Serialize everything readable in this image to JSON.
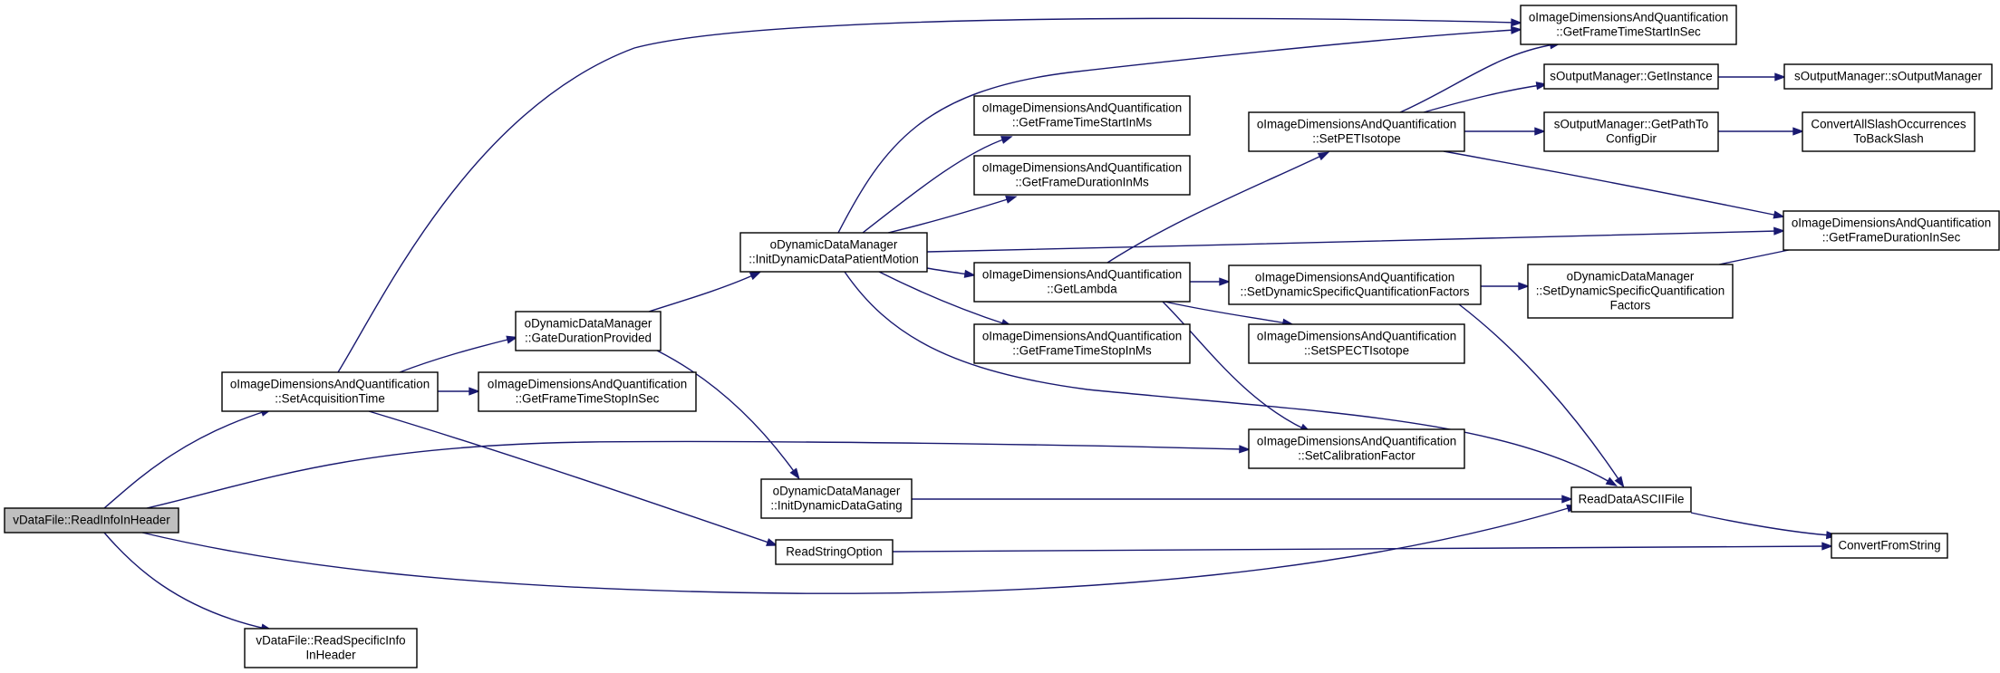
{
  "nodes": {
    "read_info_in_header": {
      "lines": [
        "vDataFile::ReadInfoInHeader"
      ],
      "highlight": true
    },
    "read_specific_info_in_header": {
      "lines": [
        "vDataFile::ReadSpecificInfo",
        "InHeader"
      ]
    },
    "set_acquisition_time": {
      "lines": [
        "oImageDimensionsAndQuantification",
        "::SetAcquisitionTime"
      ]
    },
    "gate_duration_provided": {
      "lines": [
        "oDynamicDataManager",
        "::GateDurationProvided"
      ]
    },
    "get_frame_time_stop_in_sec": {
      "lines": [
        "oImageDimensionsAndQuantification",
        "::GetFrameTimeStopInSec"
      ]
    },
    "init_dynamic_data_patient_motion": {
      "lines": [
        "oDynamicDataManager",
        "::InitDynamicDataPatientMotion"
      ]
    },
    "init_dynamic_data_gating": {
      "lines": [
        "oDynamicDataManager",
        "::InitDynamicDataGating"
      ]
    },
    "read_string_option": {
      "lines": [
        "ReadStringOption"
      ]
    },
    "get_frame_time_start_in_ms": {
      "lines": [
        "oImageDimensionsAndQuantification",
        "::GetFrameTimeStartInMs"
      ]
    },
    "get_frame_duration_in_ms": {
      "lines": [
        "oImageDimensionsAndQuantification",
        "::GetFrameDurationInMs"
      ]
    },
    "get_lambda": {
      "lines": [
        "oImageDimensionsAndQuantification",
        "::GetLambda"
      ]
    },
    "get_frame_time_stop_in_ms": {
      "lines": [
        "oImageDimensionsAndQuantification",
        "::GetFrameTimeStopInMs"
      ]
    },
    "set_pet_isotope": {
      "lines": [
        "oImageDimensionsAndQuantification",
        "::SetPETIsotope"
      ]
    },
    "set_dynamic_specific_quantification_factors": {
      "lines": [
        "oImageDimensionsAndQuantification",
        "::SetDynamicSpecificQuantificationFactors"
      ]
    },
    "set_spect_isotope": {
      "lines": [
        "oImageDimensionsAndQuantification",
        "::SetSPECTIsotope"
      ]
    },
    "set_calibration_factor": {
      "lines": [
        "oImageDimensionsAndQuantification",
        "::SetCalibrationFactor"
      ]
    },
    "get_frame_time_start_in_sec": {
      "lines": [
        "oImageDimensionsAndQuantification",
        "::GetFrameTimeStartInSec"
      ]
    },
    "get_instance": {
      "lines": [
        "sOutputManager::GetInstance"
      ]
    },
    "s_output_manager": {
      "lines": [
        "sOutputManager::sOutputManager"
      ]
    },
    "get_path_to_config_dir": {
      "lines": [
        "sOutputManager::GetPathTo",
        "ConfigDir"
      ]
    },
    "convert_all_slash_occurrences": {
      "lines": [
        "ConvertAllSlashOccurrences",
        "ToBackSlash"
      ]
    },
    "get_frame_duration_in_sec": {
      "lines": [
        "oImageDimensionsAndQuantification",
        "::GetFrameDurationInSec"
      ]
    },
    "dm_set_dynamic_specific_quantification_factors": {
      "lines": [
        "oDynamicDataManager",
        "::SetDynamicSpecificQuantification",
        "Factors"
      ]
    },
    "read_data_ascii_file": {
      "lines": [
        "ReadDataASCIIFile"
      ]
    },
    "convert_from_string": {
      "lines": [
        "ConvertFromString"
      ]
    }
  },
  "edges": [
    {
      "from": "read_info_in_header",
      "to": "set_acquisition_time"
    },
    {
      "from": "read_info_in_header",
      "to": "set_calibration_factor"
    },
    {
      "from": "read_info_in_header",
      "to": "read_data_ascii_file"
    },
    {
      "from": "read_info_in_header",
      "to": "read_specific_info_in_header"
    },
    {
      "from": "set_acquisition_time",
      "to": "get_frame_time_start_in_sec"
    },
    {
      "from": "set_acquisition_time",
      "to": "gate_duration_provided"
    },
    {
      "from": "set_acquisition_time",
      "to": "get_frame_time_stop_in_sec"
    },
    {
      "from": "set_acquisition_time",
      "to": "read_string_option"
    },
    {
      "from": "gate_duration_provided",
      "to": "init_dynamic_data_patient_motion"
    },
    {
      "from": "gate_duration_provided",
      "to": "init_dynamic_data_gating"
    },
    {
      "from": "init_dynamic_data_patient_motion",
      "to": "get_frame_time_start_in_sec"
    },
    {
      "from": "init_dynamic_data_patient_motion",
      "to": "get_frame_time_start_in_ms"
    },
    {
      "from": "init_dynamic_data_patient_motion",
      "to": "get_frame_duration_in_ms"
    },
    {
      "from": "init_dynamic_data_patient_motion",
      "to": "get_frame_duration_in_sec"
    },
    {
      "from": "init_dynamic_data_patient_motion",
      "to": "get_lambda"
    },
    {
      "from": "init_dynamic_data_patient_motion",
      "to": "get_frame_time_stop_in_ms"
    },
    {
      "from": "init_dynamic_data_patient_motion",
      "to": "read_data_ascii_file"
    },
    {
      "from": "init_dynamic_data_gating",
      "to": "read_data_ascii_file"
    },
    {
      "from": "read_string_option",
      "to": "convert_from_string"
    },
    {
      "from": "get_lambda",
      "to": "set_pet_isotope"
    },
    {
      "from": "get_lambda",
      "to": "set_dynamic_specific_quantification_factors"
    },
    {
      "from": "get_lambda",
      "to": "set_spect_isotope"
    },
    {
      "from": "get_lambda",
      "to": "set_calibration_factor"
    },
    {
      "from": "set_pet_isotope",
      "to": "get_frame_time_start_in_sec"
    },
    {
      "from": "set_pet_isotope",
      "to": "get_instance"
    },
    {
      "from": "set_pet_isotope",
      "to": "get_path_to_config_dir"
    },
    {
      "from": "set_pet_isotope",
      "to": "get_frame_duration_in_sec"
    },
    {
      "from": "set_dynamic_specific_quantification_factors",
      "to": "dm_set_dynamic_specific_quantification_factors"
    },
    {
      "from": "set_dynamic_specific_quantification_factors",
      "to": "read_data_ascii_file"
    },
    {
      "from": "get_instance",
      "to": "s_output_manager"
    },
    {
      "from": "get_path_to_config_dir",
      "to": "convert_all_slash_occurrences"
    },
    {
      "from": "dm_set_dynamic_specific_quantification_factors",
      "to": "get_frame_duration_in_sec"
    },
    {
      "from": "read_data_ascii_file",
      "to": "convert_from_string"
    }
  ],
  "colors": {
    "edge": "#191970",
    "node_border": "#000000",
    "node_fill": "#ffffff",
    "root_fill": "#bfbfbf",
    "text": "#000000"
  }
}
